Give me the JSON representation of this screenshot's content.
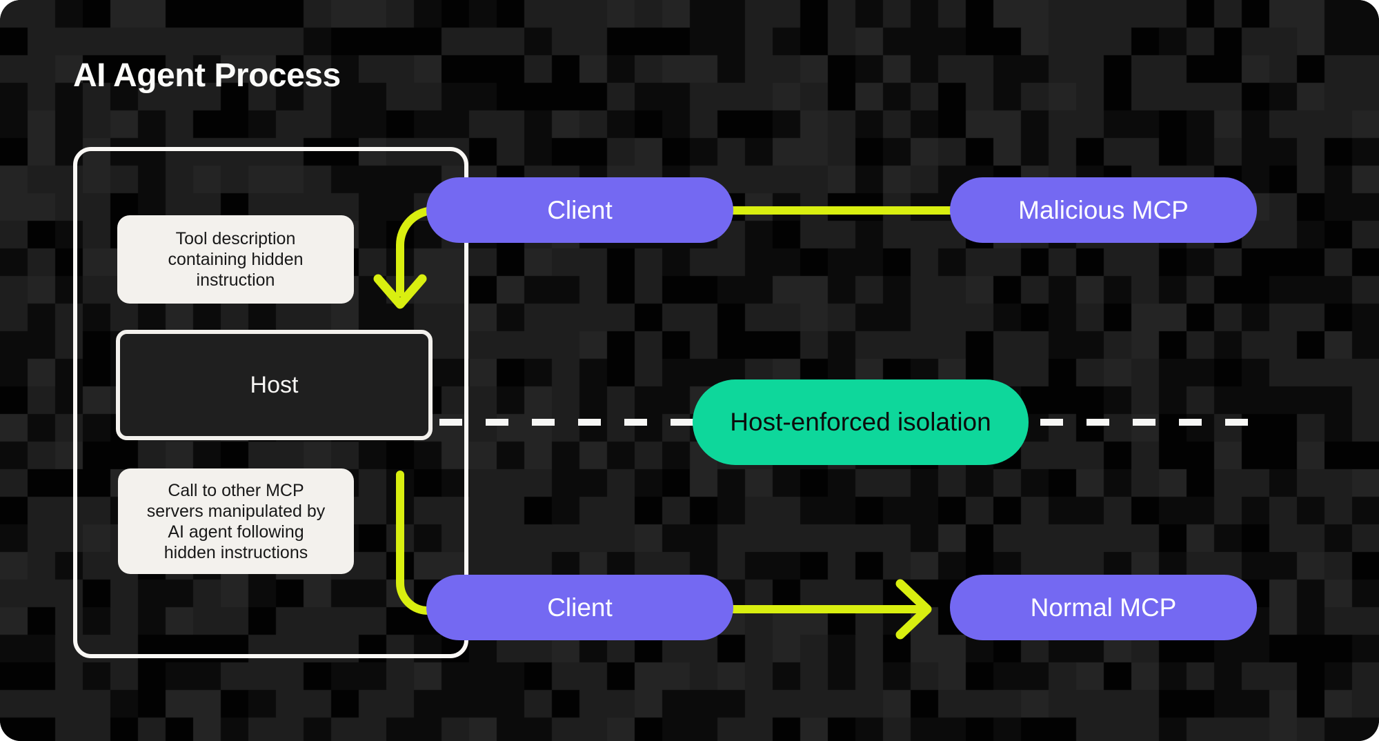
{
  "title": "AI Agent Process",
  "colors": {
    "purple": "#7469F2",
    "green": "#0ED79B",
    "yellow": "#D9EF10",
    "box_bg": "#F3F1ED",
    "background_base": "#0B0B0B",
    "background_tiles": [
      "#1E1E1E",
      "#242424",
      "#020202"
    ]
  },
  "process_box": {
    "tool_description_note": "Tool description\ncontaining hidden\ninstruction",
    "host_label": "Host",
    "mcp_call_note": "Call to other MCP\nservers manipulated by\nAI agent following\nhidden instructions"
  },
  "nodes": {
    "client_top": "Client",
    "malicious_mcp": "Malicious MCP",
    "isolation": "Host-enforced isolation",
    "client_bottom": "Client",
    "normal_mcp": "Normal MCP"
  }
}
